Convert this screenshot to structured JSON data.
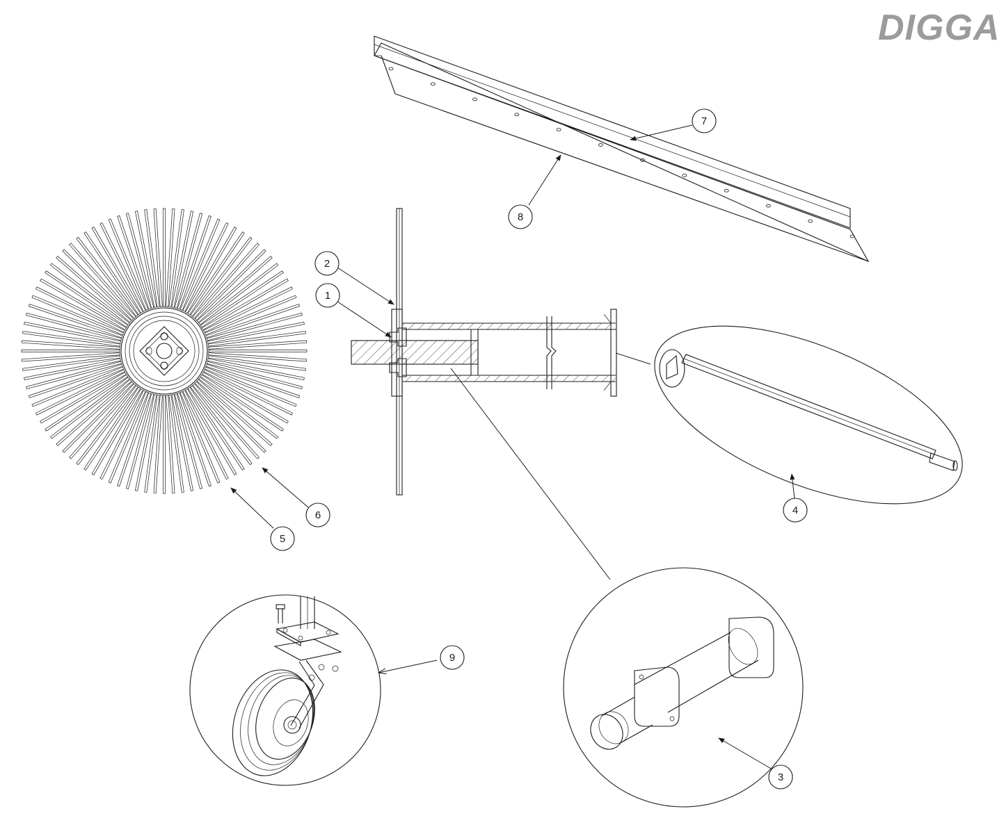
{
  "brand": {
    "logo_text": "DIGGA",
    "logo_color": "#9b9b9b"
  },
  "line_color": "#1a1a1a",
  "callouts": [
    {
      "id": "callout-1",
      "label": "1"
    },
    {
      "id": "callout-2",
      "label": "2"
    },
    {
      "id": "callout-3",
      "label": "3"
    },
    {
      "id": "callout-4",
      "label": "4"
    },
    {
      "id": "callout-5",
      "label": "5"
    },
    {
      "id": "callout-6",
      "label": "6"
    },
    {
      "id": "callout-7",
      "label": "7"
    },
    {
      "id": "callout-8",
      "label": "8"
    },
    {
      "id": "callout-9",
      "label": "9"
    }
  ]
}
